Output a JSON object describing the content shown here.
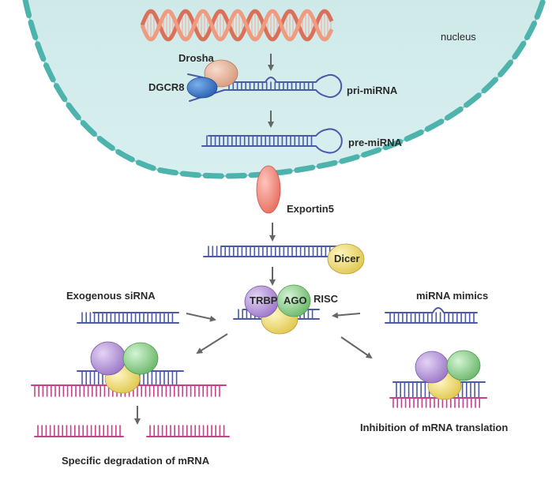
{
  "labels": {
    "nucleus": "nucleus",
    "drosha": "Drosha",
    "dgcr8": "DGCR8",
    "pri_mirna": "pri-miRNA",
    "pre_mirna": "pre-miRNA",
    "exportin5": "Exportin5",
    "dicer": "Dicer",
    "exogenous_sirna": "Exogenous siRNA",
    "trbp": "TRBP",
    "ago": "AGO",
    "risc": "RISC",
    "mirna_mimics": "miRNA mimics",
    "specific_degradation": "Specific degradation of mRNA",
    "inhibition_translation": "Inhibition of mRNA translation"
  },
  "colors": {
    "nucleus_fill": "#d4ecec",
    "nucleus_membrane": "#5bbdb8",
    "rna_blue": "#4a5aa8",
    "mrna_pink": "#c8408c",
    "drosha": "#e8b49a",
    "dgcr8": "#3a78c8",
    "exportin": "#f08c82",
    "dicer_yellow": "#f0e088",
    "trbp_purple": "#b89cd8",
    "ago_green": "#98d498",
    "arrow": "#666666"
  }
}
